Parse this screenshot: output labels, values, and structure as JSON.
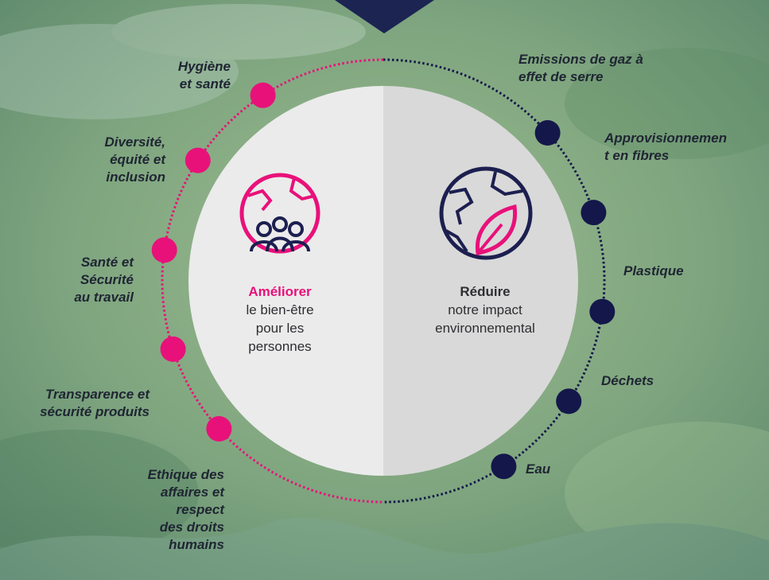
{
  "colors": {
    "pink": "#e8117a",
    "navy": "#14174a",
    "left_half": "#ebebeb",
    "right_half": "#dcdcdc",
    "background": "#6f9a7a"
  },
  "center": {
    "left": {
      "title": "Améliorer",
      "line1": "le bien-être",
      "line2": "pour les",
      "line3": "personnes",
      "icon": "globe-people-icon"
    },
    "right": {
      "title": "Réduire",
      "line1": "notre impact",
      "line2": "environnemental",
      "icon": "globe-leaf-icon"
    }
  },
  "people_topics": [
    {
      "lines": [
        "Hygiène",
        "et santé"
      ]
    },
    {
      "lines": [
        "Diversité,",
        "équité et",
        "inclusion"
      ]
    },
    {
      "lines": [
        "Santé et",
        "Sécurité",
        "au travail"
      ]
    },
    {
      "lines": [
        "Transparence et",
        "sécurité produits"
      ]
    },
    {
      "lines": [
        "Ethique des",
        "affaires et",
        "respect",
        "des droits",
        "humains"
      ]
    }
  ],
  "environment_topics": [
    {
      "lines": [
        "Emissions de gaz à",
        "effet de serre"
      ]
    },
    {
      "lines": [
        "Approvisionnemen",
        "t en fibres"
      ]
    },
    {
      "lines": [
        "Plastique"
      ]
    },
    {
      "lines": [
        "Déchets"
      ]
    },
    {
      "lines": [
        "Eau"
      ]
    }
  ]
}
